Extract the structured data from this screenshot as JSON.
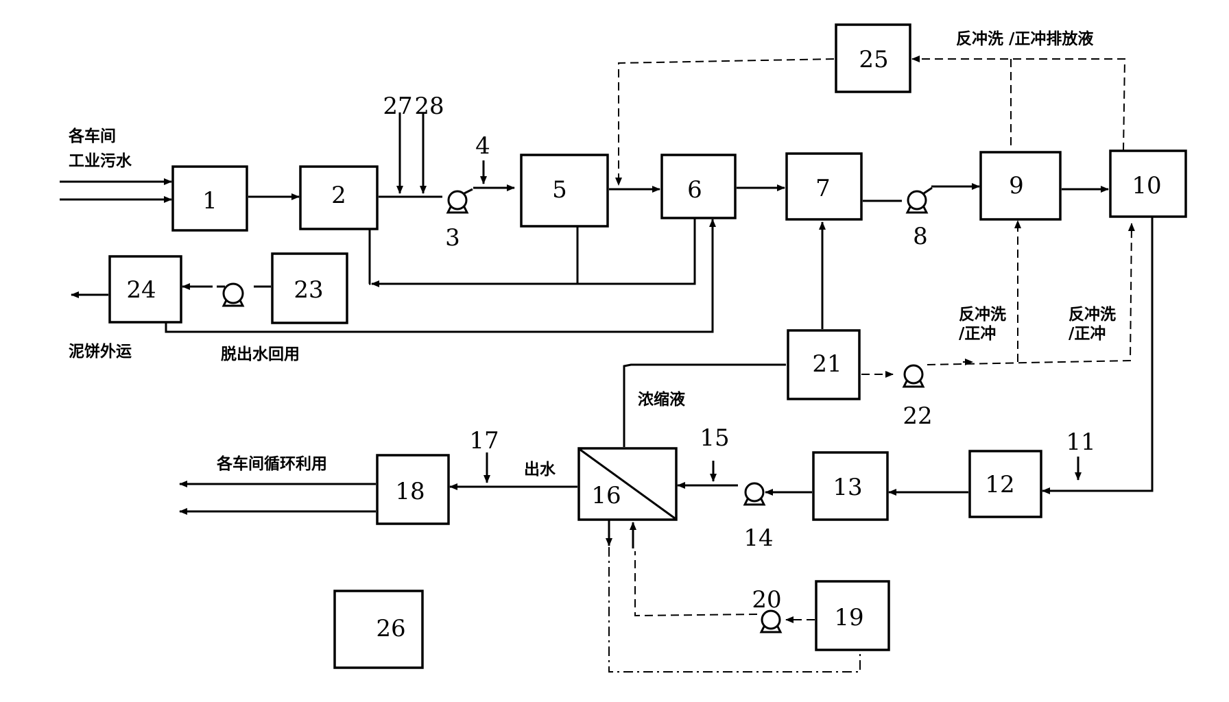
{
  "units": [
    "1",
    "2",
    "5",
    "6",
    "7",
    "9",
    "10",
    "12",
    "13",
    "16",
    "18",
    "19",
    "21",
    "23",
    "24",
    "25",
    "26"
  ],
  "unit_labels": {
    "u1": "1",
    "u2": "2",
    "u5": "5",
    "u6": "6",
    "u7": "7",
    "u9": "9",
    "u10": "10",
    "u12": "12",
    "u13": "13",
    "u16": "16",
    "u18": "18",
    "u19": "19",
    "u21": "21",
    "u23": "23",
    "u24": "24",
    "u25": "25",
    "u26": "26"
  },
  "pump_labels": {
    "p3": "3",
    "p8": "8",
    "p14": "14",
    "p20": "20",
    "p22": "22"
  },
  "dosing_labels": {
    "d27": "27",
    "d28": "28",
    "d4": "4",
    "d11": "11",
    "d15": "15",
    "d17": "17"
  },
  "text": {
    "inlet_line1": "各车间",
    "inlet_line2": "工业污水",
    "backwash_discharge": "反冲洗 /正冲排放液",
    "backwash_9_line1": "反冲洗",
    "backwash_9_line2": "/正冲",
    "backwash_10_line1": "反冲洗",
    "backwash_10_line2": "/正冲",
    "sludge_out": "泥饼外运",
    "filtrate_reuse": "脱出水回用",
    "concentrate": "浓缩液",
    "effluent": "出水",
    "recycle": "各车间循环利用"
  }
}
